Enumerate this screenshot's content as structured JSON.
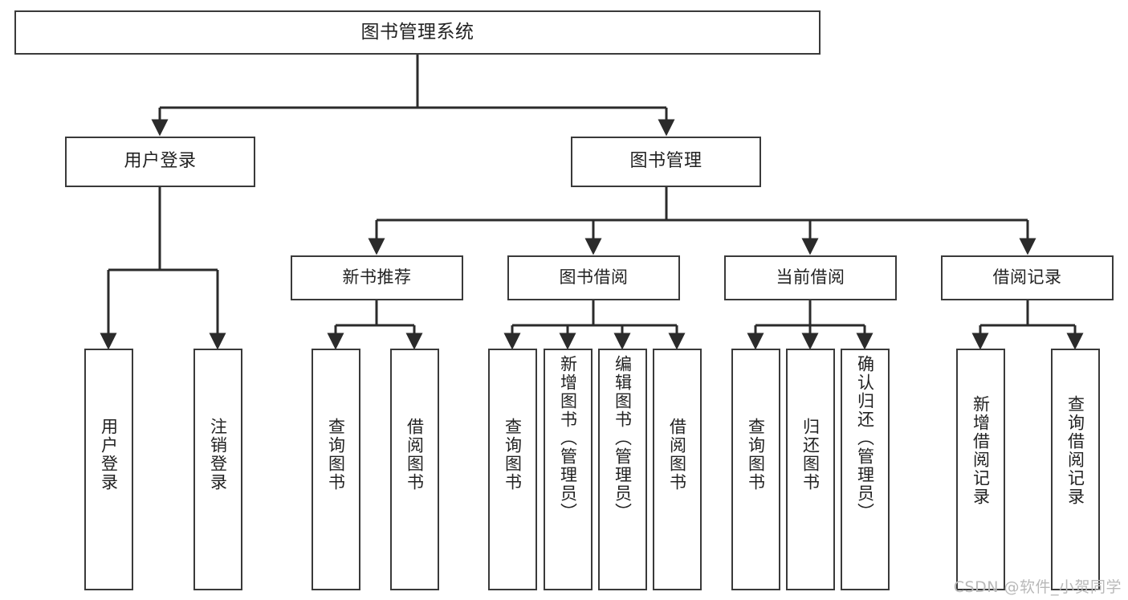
{
  "diagram": {
    "title": "图书管理系统",
    "type": "tree",
    "watermark": "CSDN @软件_小贺同学",
    "colors": {
      "box_border": "#3a3a3a",
      "box_fill": "#ffffff",
      "connector": "#2b2b2b",
      "text": "#222222",
      "watermark": "#b9b9b9",
      "background": "#ffffff"
    },
    "root": {
      "label": "图书管理系统"
    },
    "level2": [
      {
        "id": "user-login",
        "label": "用户登录"
      },
      {
        "id": "book-manage",
        "label": "图书管理"
      }
    ],
    "level3": [
      {
        "id": "new-book-recommend",
        "label": "新书推荐",
        "parent": "book-manage"
      },
      {
        "id": "book-borrow",
        "label": "图书借阅",
        "parent": "book-manage"
      },
      {
        "id": "current-borrow",
        "label": "当前借阅",
        "parent": "book-manage"
      },
      {
        "id": "borrow-record",
        "label": "借阅记录",
        "parent": "book-manage"
      }
    ],
    "leaves": [
      {
        "id": "leaf-user-login",
        "label": "用户登录",
        "parent": "user-login"
      },
      {
        "id": "leaf-user-logout",
        "label": "注销登录",
        "parent": "user-login"
      },
      {
        "id": "leaf-query-book-1",
        "label": "查询图书",
        "parent": "new-book-recommend"
      },
      {
        "id": "leaf-borrow-book-1",
        "label": "借阅图书",
        "parent": "new-book-recommend"
      },
      {
        "id": "leaf-query-book-2",
        "label": "查询图书",
        "parent": "book-borrow"
      },
      {
        "id": "leaf-add-book",
        "label": "新增图书（管理员）",
        "parent": "book-borrow"
      },
      {
        "id": "leaf-edit-book",
        "label": "编辑图书（管理员）",
        "parent": "book-borrow"
      },
      {
        "id": "leaf-borrow-book-2",
        "label": "借阅图书",
        "parent": "book-borrow"
      },
      {
        "id": "leaf-query-book-3",
        "label": "查询图书",
        "parent": "current-borrow"
      },
      {
        "id": "leaf-return-book",
        "label": "归还图书",
        "parent": "current-borrow"
      },
      {
        "id": "leaf-confirm-return",
        "label": "确认归还（管理员）",
        "parent": "current-borrow"
      },
      {
        "id": "leaf-add-record",
        "label": "新增借阅记录",
        "parent": "borrow-record"
      },
      {
        "id": "leaf-query-record",
        "label": "查询借阅记录",
        "parent": "borrow-record"
      }
    ]
  }
}
